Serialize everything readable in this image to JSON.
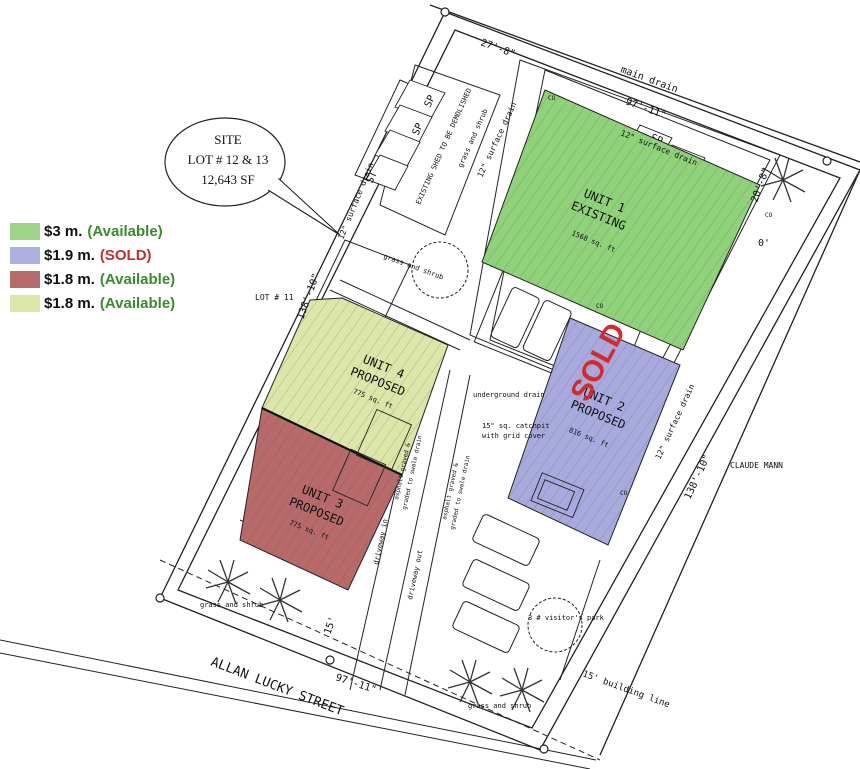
{
  "legend": [
    {
      "price": "$3 m.",
      "status": "(Available)",
      "swatch": "#9ed486",
      "status_color": "#3c8a2e"
    },
    {
      "price": "$1.9 m.",
      "status": "(SOLD)",
      "swatch": "#aeb0e0",
      "status_color": "#c0302b"
    },
    {
      "price": "$1.8 m.",
      "status": "(Available)",
      "swatch": "#b86a6a",
      "status_color": "#3c8a2e"
    },
    {
      "price": "$1.8 m.",
      "status": "(Available)",
      "swatch": "#dce6a8",
      "status_color": "#3c8a2e"
    }
  ],
  "site_bubble": {
    "line1": "SITE",
    "line2": "LOT # 12 & 13",
    "line3": "12,643 SF"
  },
  "units": {
    "unit1": {
      "name": "UNIT 1",
      "status": "EXISTING",
      "area": "1568 sq. ft",
      "color": "#8fd279"
    },
    "unit2": {
      "name": "UNIT 2",
      "status": "PROPOSED",
      "area": "816 sq. ft",
      "color": "#a8aade"
    },
    "unit3": {
      "name": "UNIT 3",
      "status": "PROPOSED",
      "area": "775 sq. ft",
      "color": "#b86a6a"
    },
    "unit4": {
      "name": "UNIT 4",
      "status": "PROPOSED",
      "area": "775 sq. ft",
      "color": "#dce6a8"
    }
  },
  "sold_stamp": {
    "text": "SOLD",
    "color": "#d42a2a"
  },
  "labels": {
    "main_drain": "main drain",
    "dim_27_8": "27'-8\"",
    "dim_97_11_top": "97'-11\"",
    "dim_97_11_bottom": "97'-11\"",
    "dim_138_10_left": "138'-10\"",
    "dim_138_10_right": "138'-10\"",
    "dim_20_8": "20'-8\"",
    "dim_15": "15'",
    "dim_0": "0'",
    "surface_drain_top": "12\" surface drain",
    "surface_drain_left": "12\" surface drain",
    "surface_drain_right": "12\" surface drain",
    "surface_drain_mid": "12\" surface drain",
    "existing_shed": "EXISTING SHED TO BE DEMOLISHED",
    "grass_shrub_top": "grass and shrub",
    "grass_shrub_mid": "grass and shrub",
    "grass_shrub_left": "grass and shrub",
    "grass_shrub_bottom": "grass and shrub",
    "lot_11": "LOT # 11",
    "underground_drain": "underground drain",
    "catchpit": "15\" sq. catchpit",
    "grid_cover": "with grid cover",
    "driveway_in": "driveway in",
    "driveway_out": "driveway out",
    "asphalt_1": "asphalt graved &",
    "asphalt_2": "graded to swale drain",
    "asphalt_3": "asphalt graved &",
    "asphalt_4": "graded to swale drain",
    "visitors_park": "3 # visitor's park",
    "claude_mann": "CLAUDE MANN",
    "allan_lucky": "ALLAN LUCKY STREET",
    "building_line": "15' building line",
    "co": "CO",
    "sp": "SP",
    "st": "ST"
  }
}
